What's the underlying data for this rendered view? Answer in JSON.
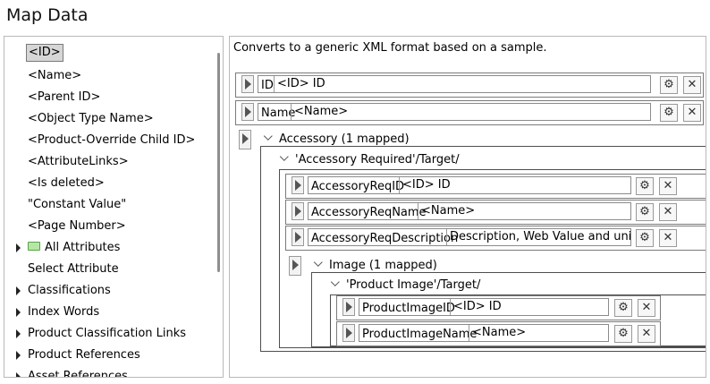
{
  "window": {
    "title": "Map Data"
  },
  "left_tree": {
    "items": [
      {
        "label": "<ID>"
      },
      {
        "label": "<Name>"
      },
      {
        "label": "<Parent ID>"
      },
      {
        "label": "<Object Type Name>"
      },
      {
        "label": "<Product-Override Child ID>"
      },
      {
        "label": "<AttributeLinks>"
      },
      {
        "label": "<Is deleted>"
      },
      {
        "label": "\"Constant Value\""
      },
      {
        "label": "<Page Number>"
      },
      {
        "label": "All Attributes"
      },
      {
        "label": "Select Attribute"
      },
      {
        "label": "Classifications"
      },
      {
        "label": "Index Words"
      },
      {
        "label": "Product Classification Links"
      },
      {
        "label": "Product References"
      },
      {
        "label": "Asset References"
      }
    ]
  },
  "main": {
    "description": "Converts to a generic XML format based on a sample.",
    "rows": {
      "id": {
        "label": "ID",
        "value": "<ID> ID"
      },
      "name": {
        "label": "Name",
        "value": "<Name>"
      },
      "accessory_req_id": {
        "label": "AccessoryReqID",
        "value": "<ID> ID"
      },
      "accessory_req_name": {
        "label": "AccessoryReqName",
        "value": "<Name>"
      },
      "accessory_req_description": {
        "label": "AccessoryReqDescription",
        "value": "Description, Web Value and unit"
      },
      "product_image_id": {
        "label": "ProductImageID",
        "value": "<ID> ID"
      },
      "product_image_name": {
        "label": "ProductImageName",
        "value": "<Name>"
      }
    },
    "groups": {
      "accessory": "Accessory (1 mapped)",
      "accessory_target": "'Accessory Required'/Target/",
      "image": "Image (1 mapped)",
      "image_target": "'Product Image'/Target/"
    },
    "icons": {
      "map": "⚙",
      "remove": "✕"
    }
  }
}
